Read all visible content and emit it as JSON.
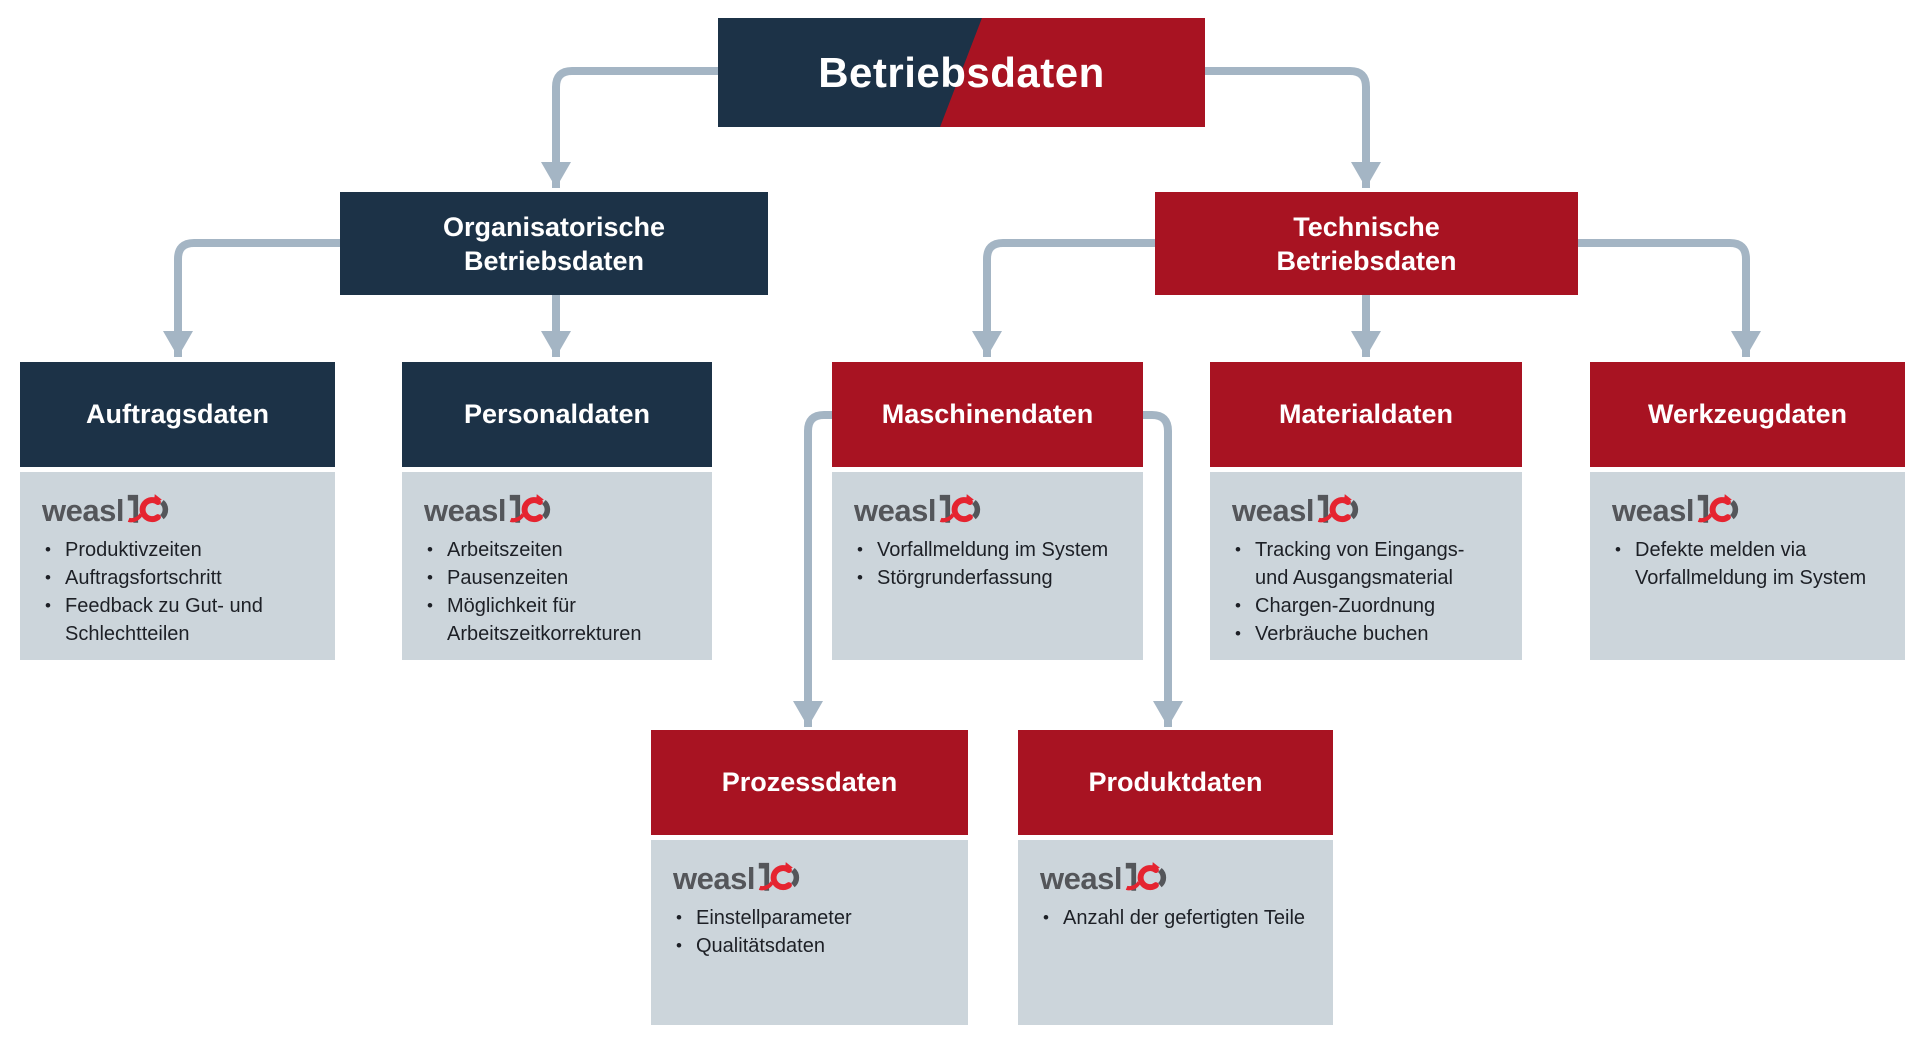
{
  "palette": {
    "navy": "#1c3247",
    "red": "#a81322",
    "arrow": "#a4b5c4",
    "card_body": "#ccd5db",
    "logo_gray": "#54565a",
    "logo_red": "#e52430",
    "bullet_text": "#1d2026",
    "white": "#ffffff"
  },
  "root": {
    "label": "Betriebsdaten"
  },
  "branches": [
    {
      "id": "organisatorische",
      "label_lines": [
        "Organisatorische",
        "Betriebsdaten"
      ]
    },
    {
      "id": "technische",
      "label_lines": [
        "Technische",
        "Betriebsdaten"
      ]
    }
  ],
  "logo": {
    "wordmark": "weasl",
    "icon": "weasel-icon"
  },
  "cards": [
    {
      "id": "auftragsdaten",
      "title": "Auftragsdaten",
      "bullets": [
        "Produktivzeiten",
        "Auftragsfortschritt",
        "Feedback zu Gut- und Schlechtteilen"
      ]
    },
    {
      "id": "personaldaten",
      "title": "Personaldaten",
      "bullets": [
        "Arbeitszeiten",
        "Pausenzeiten",
        "Möglichkeit für Arbeitszeitkorrekturen"
      ]
    },
    {
      "id": "maschinendaten",
      "title": "Maschinendaten",
      "bullets": [
        "Vorfallmeldung im System",
        "Störgrunderfassung"
      ]
    },
    {
      "id": "materialdaten",
      "title": "Materialdaten",
      "bullets": [
        "Tracking von Eingangs- und Ausgangsmaterial",
        "Chargen-Zuordnung",
        "Verbräuche buchen"
      ]
    },
    {
      "id": "werkzeugdaten",
      "title": "Werkzeugdaten",
      "bullets": [
        "Defekte melden via Vorfallmeldung im System"
      ]
    },
    {
      "id": "prozessdaten",
      "title": "Prozessdaten",
      "bullets": [
        "Einstellparameter",
        "Qualitätsdaten"
      ]
    },
    {
      "id": "produktdaten",
      "title": "Produktdaten",
      "bullets": [
        "Anzahl der gefertigten Teile"
      ]
    }
  ]
}
